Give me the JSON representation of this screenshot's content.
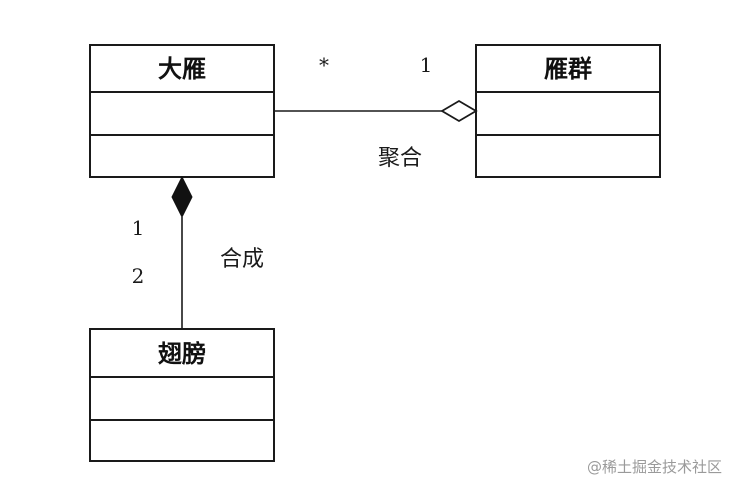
{
  "classes": {
    "dayan": {
      "name": "大雁"
    },
    "yanqun": {
      "name": "雁群"
    },
    "chibang": {
      "name": "翅膀"
    }
  },
  "aggregation": {
    "label": "聚合",
    "multiplicity_dayan": "*",
    "multiplicity_yanqun": "1"
  },
  "composition": {
    "label": "合成",
    "multiplicity_dayan": "1",
    "multiplicity_chibang": "2"
  },
  "watermark": "@稀土掘金技术社区",
  "colors": {
    "line": "#1a1a1a",
    "background": "#ffffff",
    "watermark": "#9a9a9a"
  }
}
